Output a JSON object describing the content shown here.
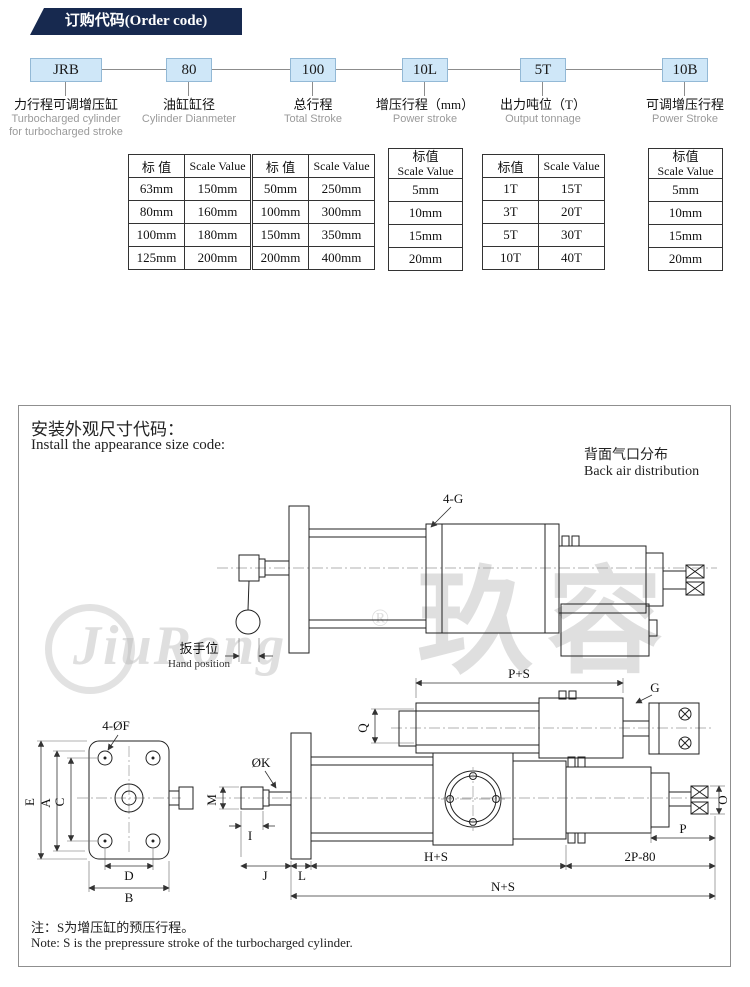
{
  "header": {
    "badge": "订购代码(Order code)"
  },
  "order": {
    "items": [
      {
        "code": "JRB",
        "cn": "力行程可调增压缸",
        "en1": "Turbocharged cylinder",
        "en2": "for turbocharged stroke"
      },
      {
        "code": "80",
        "cn": "油缸缸径",
        "en1": "Cylinder Dianmeter"
      },
      {
        "code": "100",
        "cn": "总行程",
        "en1": "Total Stroke"
      },
      {
        "code": "10L",
        "cn": "增压行程（mm）",
        "en1": "Power stroke"
      },
      {
        "code": "5T",
        "cn": "出力吨位（T）",
        "en1": "Output tonnage"
      },
      {
        "code": "10B",
        "cn": "可调增压行程",
        "en1": "Power Stroke"
      }
    ],
    "tables": {
      "bore": {
        "h_cn": "标 值",
        "h_en": "Scale Value",
        "rows": [
          [
            "63mm",
            "150mm"
          ],
          [
            "80mm",
            "160mm"
          ],
          [
            "100mm",
            "180mm"
          ],
          [
            "125mm",
            "200mm"
          ]
        ]
      },
      "stroke": {
        "h_cn": "标 值",
        "h_en": "Scale Value",
        "rows": [
          [
            "50mm",
            "250mm"
          ],
          [
            "100mm",
            "300mm"
          ],
          [
            "150mm",
            "350mm"
          ],
          [
            "200mm",
            "400mm"
          ]
        ]
      },
      "power": {
        "h_cn": "标值",
        "h_en": "Scale Value",
        "rows": [
          "5mm",
          "10mm",
          "15mm",
          "20mm"
        ]
      },
      "tonnage": {
        "h_cn": "标值",
        "h_en": "Scale Value",
        "rows": [
          [
            "1T",
            "15T"
          ],
          [
            "3T",
            "20T"
          ],
          [
            "5T",
            "30T"
          ],
          [
            "10T",
            "40T"
          ]
        ]
      },
      "adj": {
        "h_cn": "标值",
        "h_en": "Scale Value",
        "rows": [
          "5mm",
          "10mm",
          "15mm",
          "20mm"
        ]
      }
    }
  },
  "install": {
    "title_cn": "安装外观尺寸代码：",
    "title_en": "Install the appearance size code:",
    "back_air_cn": "背面气口分布",
    "back_air_en": "Back air distribution",
    "note_cn": "注：S为增压缸的预压行程。",
    "note_en": "Note: S is the prepressure stroke of the turbocharged cylinder.",
    "watermark_latin": "JiuRong",
    "watermark_reg": "®",
    "watermark_cn": "玖容",
    "labels": {
      "four_g": "4-G",
      "hand_cn": "扳手位",
      "hand_en": "Hand position",
      "p_s": "P+S",
      "q": "Q",
      "g": "G",
      "four_f": "4-ØF",
      "phi_k": "ØK",
      "m": "M",
      "e": "E",
      "a": "A",
      "c": "C",
      "d": "D",
      "b": "B",
      "i": "I",
      "j": "J",
      "l": "L",
      "h_s": "H+S",
      "two_p": "2P-80",
      "n_s": "N+S",
      "p": "P",
      "o": "O"
    }
  }
}
